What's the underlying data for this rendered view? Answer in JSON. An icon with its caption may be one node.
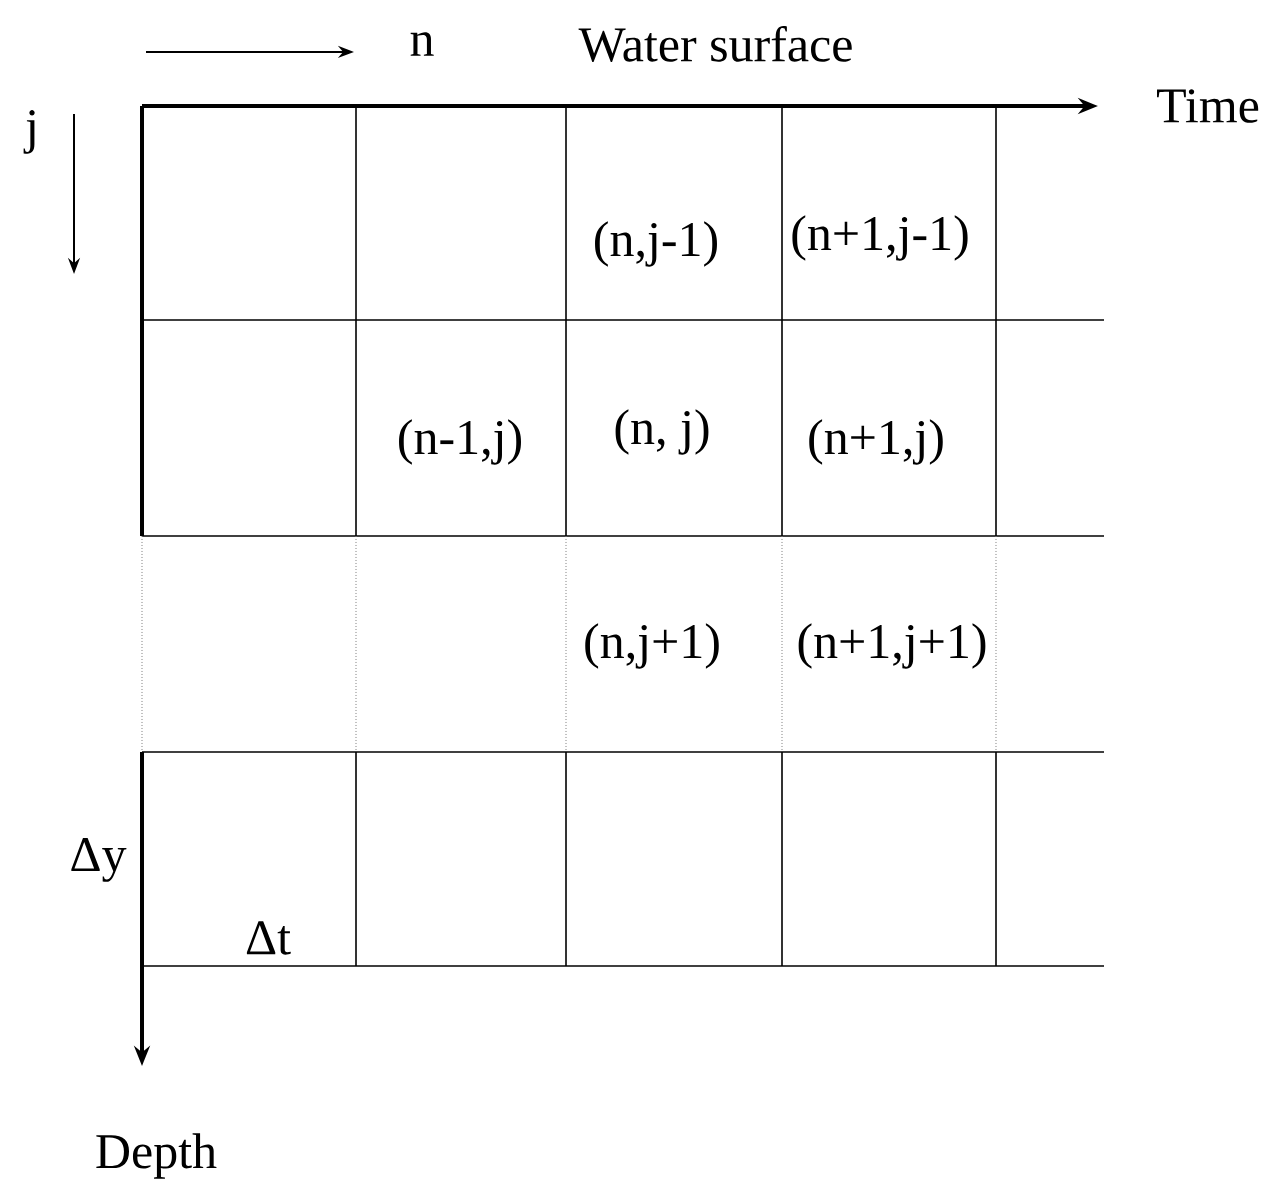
{
  "diagram": {
    "labels": [
      "n",
      "Water surface",
      "Time",
      "j",
      "(n,j-1)",
      "(n+1,j-1)",
      "(n-1,j)",
      "(n, j)",
      "(n+1,j)",
      "(n,j+1)",
      "(n+1,j+1)",
      "Δy",
      "Δt",
      "Depth"
    ]
  }
}
